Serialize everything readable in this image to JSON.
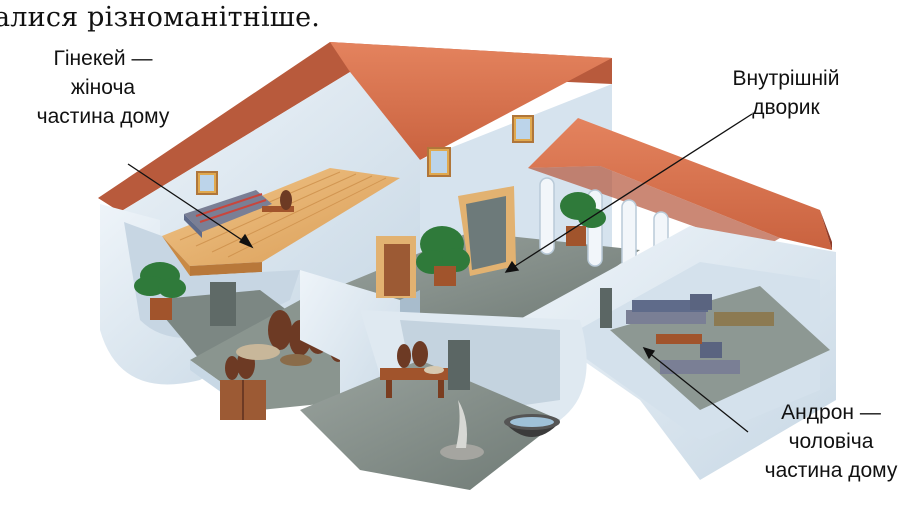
{
  "header": {
    "text": "алися різноманітніше."
  },
  "labels": {
    "gynaeceum": {
      "line1": "Гінекей —",
      "line2": "жіноча",
      "line3": "частина дому"
    },
    "courtyard": {
      "line1": "Внутрішній",
      "line2": "дворик"
    },
    "andron": {
      "line1": "Андрон —",
      "line2": "чоловіча",
      "line3": "частина дому"
    }
  },
  "colors": {
    "roof": "#d9724f",
    "roof_dark": "#b5553a",
    "wall": "#dfeaf2",
    "wall_shade": "#b9cad8",
    "floor": "#7f8b86",
    "wood_floor": "#e9b877"
  }
}
